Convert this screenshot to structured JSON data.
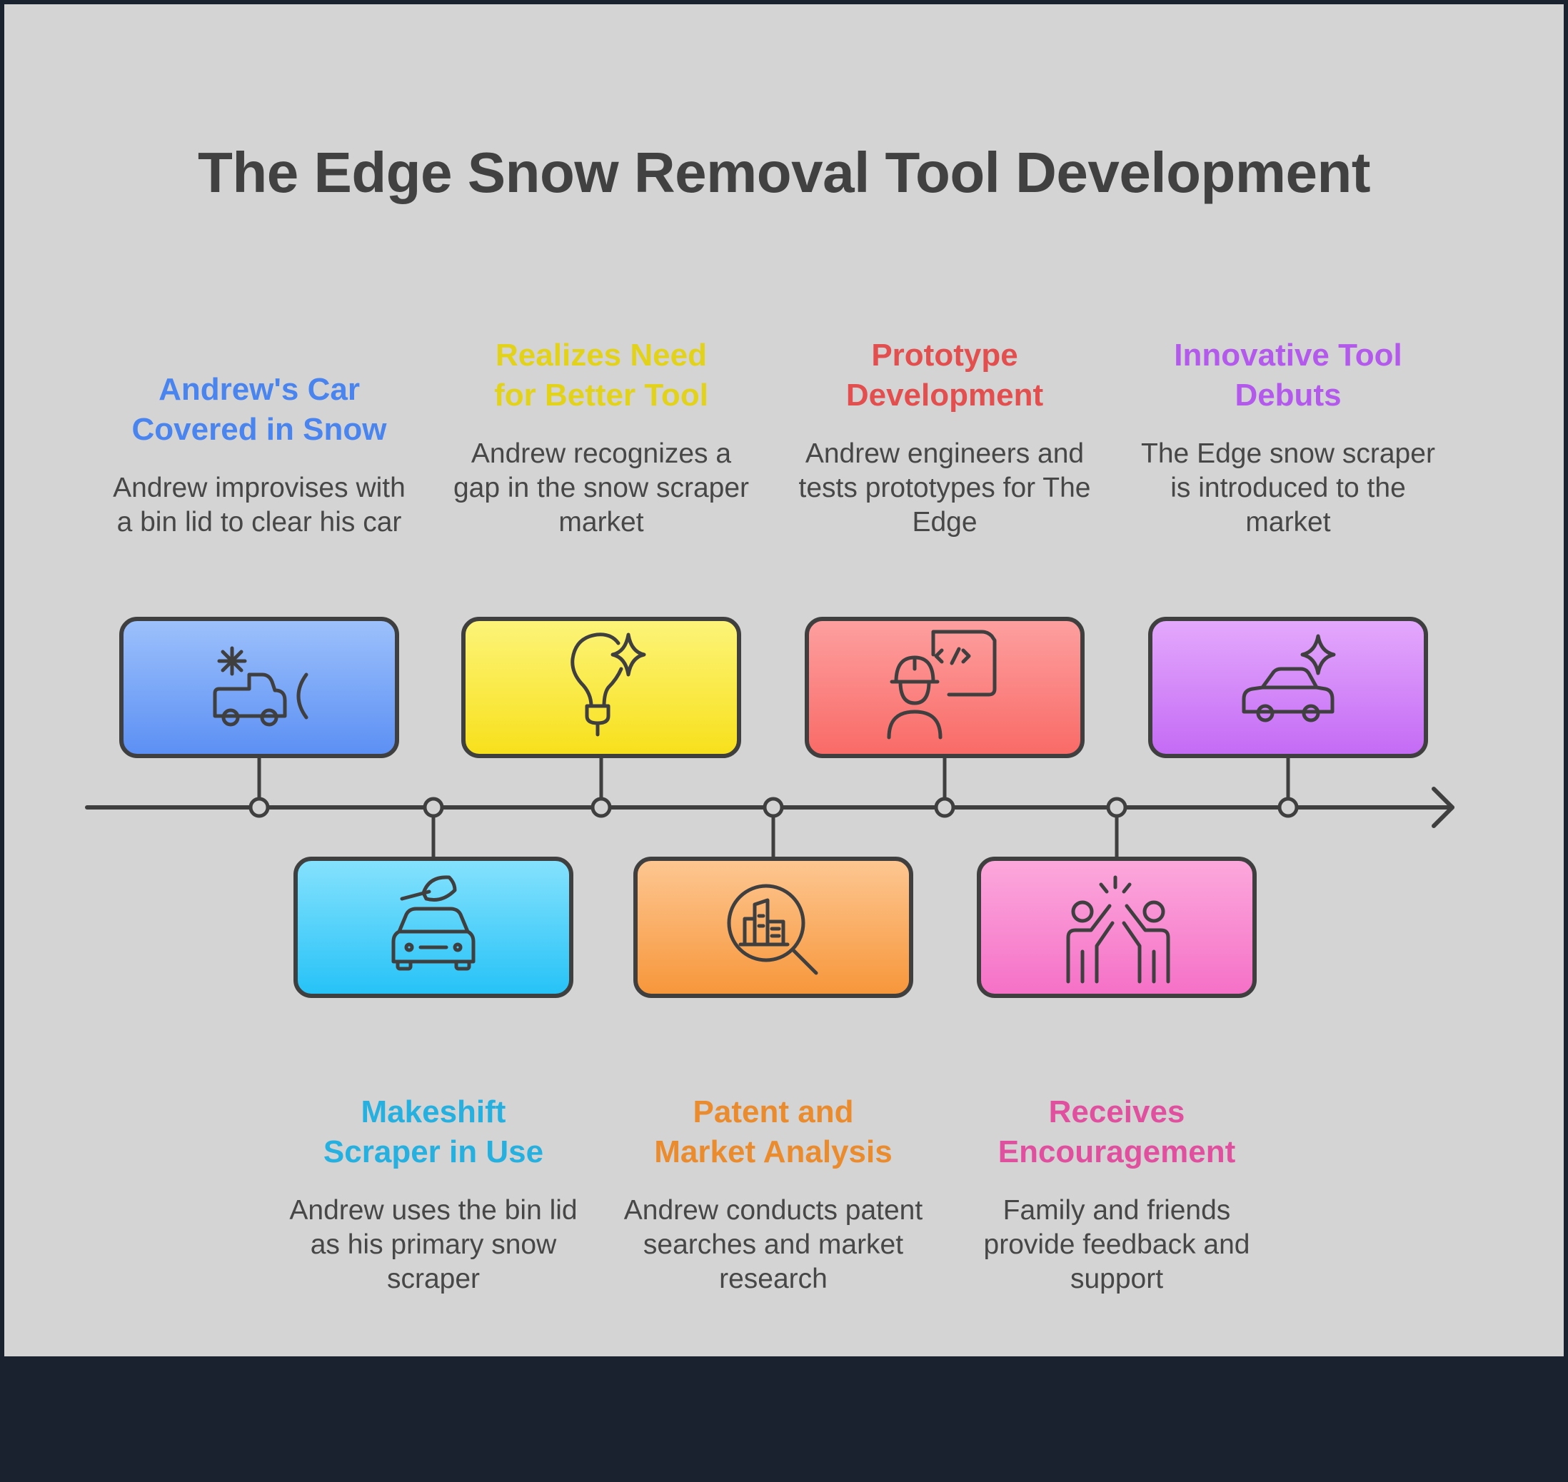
{
  "title": "The Edge Snow Removal Tool Development",
  "events": [
    {
      "heading": "Andrew's Car Covered in Snow",
      "heading_lines": [
        "Andrew's Car",
        "Covered in Snow"
      ],
      "description": "Andrew improvises with a bin lid to clear his car",
      "position": "above",
      "color": "#4a84ef",
      "icon": "snow-car-icon"
    },
    {
      "heading": "Makeshift Scraper in Use",
      "heading_lines": [
        "Makeshift",
        "Scraper in Use"
      ],
      "description": "Andrew uses the bin lid as his primary snow scraper",
      "position": "below",
      "color": "#26b0e0",
      "icon": "car-scraper-icon"
    },
    {
      "heading": "Realizes Need for Better Tool",
      "heading_lines": [
        "Realizes Need",
        "for Better Tool"
      ],
      "description": "Andrew recognizes a gap in the snow scraper market",
      "position": "above",
      "color": "#e3d21a",
      "icon": "lightbulb-sparkle-icon"
    },
    {
      "heading": "Patent and Market Analysis",
      "heading_lines": [
        "Patent and",
        "Market Analysis"
      ],
      "description": "Andrew conducts patent searches and market research",
      "position": "below",
      "color": "#ea8b2e",
      "icon": "magnifier-chart-icon"
    },
    {
      "heading": "Prototype Development",
      "heading_lines": [
        "Prototype",
        "Development"
      ],
      "description": "Andrew engineers and tests prototypes for The Edge",
      "position": "above",
      "color": "#e34f4f",
      "icon": "engineer-code-icon"
    },
    {
      "heading": "Receives Encouragement",
      "heading_lines": [
        "Receives",
        "Encouragement"
      ],
      "description": "Family and friends provide feedback and support",
      "position": "below",
      "color": "#e0509f",
      "icon": "high-five-icon"
    },
    {
      "heading": "Innovative Tool Debuts",
      "heading_lines": [
        "Innovative Tool",
        "Debuts"
      ],
      "description": "The Edge snow scraper is introduced to the market",
      "position": "above",
      "color": "#b359ec",
      "icon": "car-sparkle-icon"
    }
  ],
  "box_gradients": [
    [
      "#9dc1fb",
      "#5b8ff4"
    ],
    [
      "#86e2fd",
      "#25c2f7"
    ],
    [
      "#fdf47a",
      "#f7e01a"
    ],
    [
      "#fdc792",
      "#f7963a"
    ],
    [
      "#fda0a0",
      "#f96a66"
    ],
    [
      "#fca9dc",
      "#f570c7"
    ],
    [
      "#e4a9fc",
      "#c46af5"
    ]
  ]
}
